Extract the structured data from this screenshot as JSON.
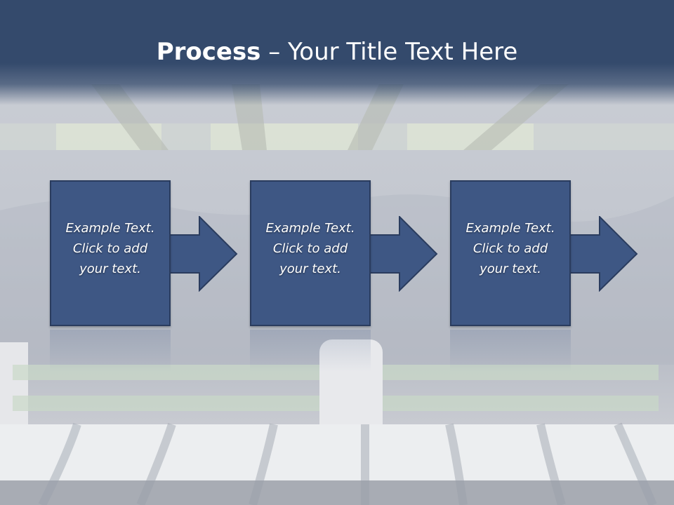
{
  "slide": {
    "title_bold": "Process",
    "title_rest": " – Your Title Text Here",
    "steps": [
      {
        "line1": "Example Text.",
        "line2": "Click  to add",
        "line3": "your text."
      },
      {
        "line1": "Example Text.",
        "line2": "Click  to add",
        "line3": "your text."
      },
      {
        "line1": "Example Text.",
        "line2": "Click  to add",
        "line3": "your text."
      }
    ]
  },
  "colors": {
    "title_band": "#344a6c",
    "box_fill": "#3e5784",
    "box_border": "#2a3c5e",
    "text": "#ffffff"
  }
}
